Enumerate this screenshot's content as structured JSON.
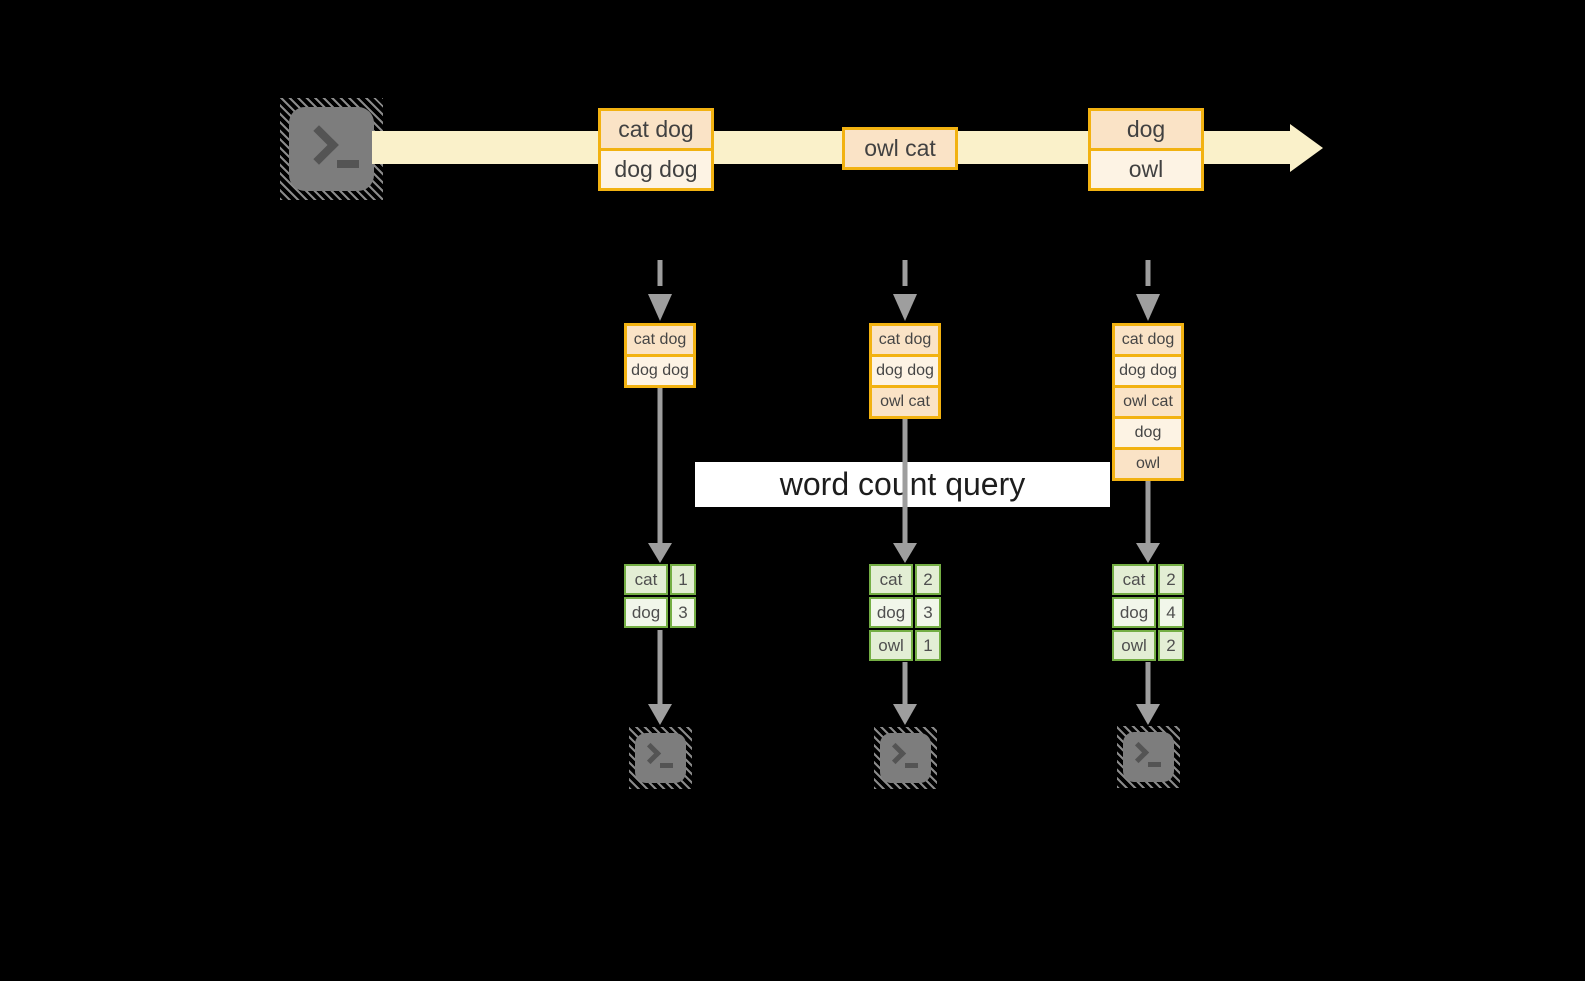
{
  "diagram": {
    "query_label": "word count query",
    "stream_events": [
      {
        "lines": [
          "cat dog",
          "dog dog"
        ]
      },
      {
        "lines": [
          "owl cat"
        ]
      },
      {
        "lines": [
          "dog",
          "owl"
        ]
      }
    ],
    "snapshots": [
      {
        "buffer": [
          "cat dog",
          "dog dog"
        ],
        "counts": [
          {
            "word": "cat",
            "count": "1"
          },
          {
            "word": "dog",
            "count": "3"
          }
        ]
      },
      {
        "buffer": [
          "cat dog",
          "dog dog",
          "owl cat"
        ],
        "counts": [
          {
            "word": "cat",
            "count": "2"
          },
          {
            "word": "dog",
            "count": "3"
          },
          {
            "word": "owl",
            "count": "1"
          }
        ]
      },
      {
        "buffer": [
          "cat dog",
          "dog dog",
          "owl cat",
          "dog",
          "owl"
        ],
        "counts": [
          {
            "word": "cat",
            "count": "2"
          },
          {
            "word": "dog",
            "count": "4"
          },
          {
            "word": "owl",
            "count": "2"
          }
        ]
      }
    ],
    "colors": {
      "background": "#000000",
      "stream_band": "#faf1ca",
      "event_border": "#f2b211",
      "event_fill_dark": "#fae3c6",
      "event_fill_light": "#fdf3e4",
      "table_border": "#74ae44",
      "table_fill_dark": "#e3eed4",
      "table_fill_light": "#f1f6ea",
      "arrow_gray": "#9e9e9e",
      "terminal_gray": "#7d7d7d",
      "banner_bg": "#ffffff"
    }
  }
}
